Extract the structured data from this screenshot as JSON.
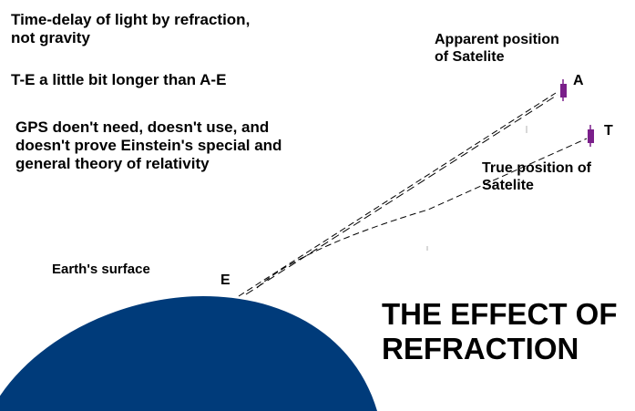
{
  "notes": {
    "line1": "Time-delay of light by refraction,",
    "line2": "not gravity",
    "comparison": "T-E a little bit longer than A-E",
    "gps1": "GPS doen't need, doesn't use, and",
    "gps2": "doesn't prove Einstein's special and",
    "gps3": "general theory of relativity"
  },
  "labels": {
    "apparent1": "Apparent position",
    "apparent2": "of Satelite",
    "point_a": "A",
    "point_t": "T",
    "true1": "True position of",
    "true2": "Satelite",
    "earth_surface": "Earth's surface",
    "point_e": "E"
  },
  "headline": {
    "line1": "THE EFFECT OF",
    "line2": "REFRACTION"
  },
  "colors": {
    "earth": "#003b7a",
    "satellite": "#7a1f8a",
    "text": "#000000",
    "background": "#ffffff"
  }
}
